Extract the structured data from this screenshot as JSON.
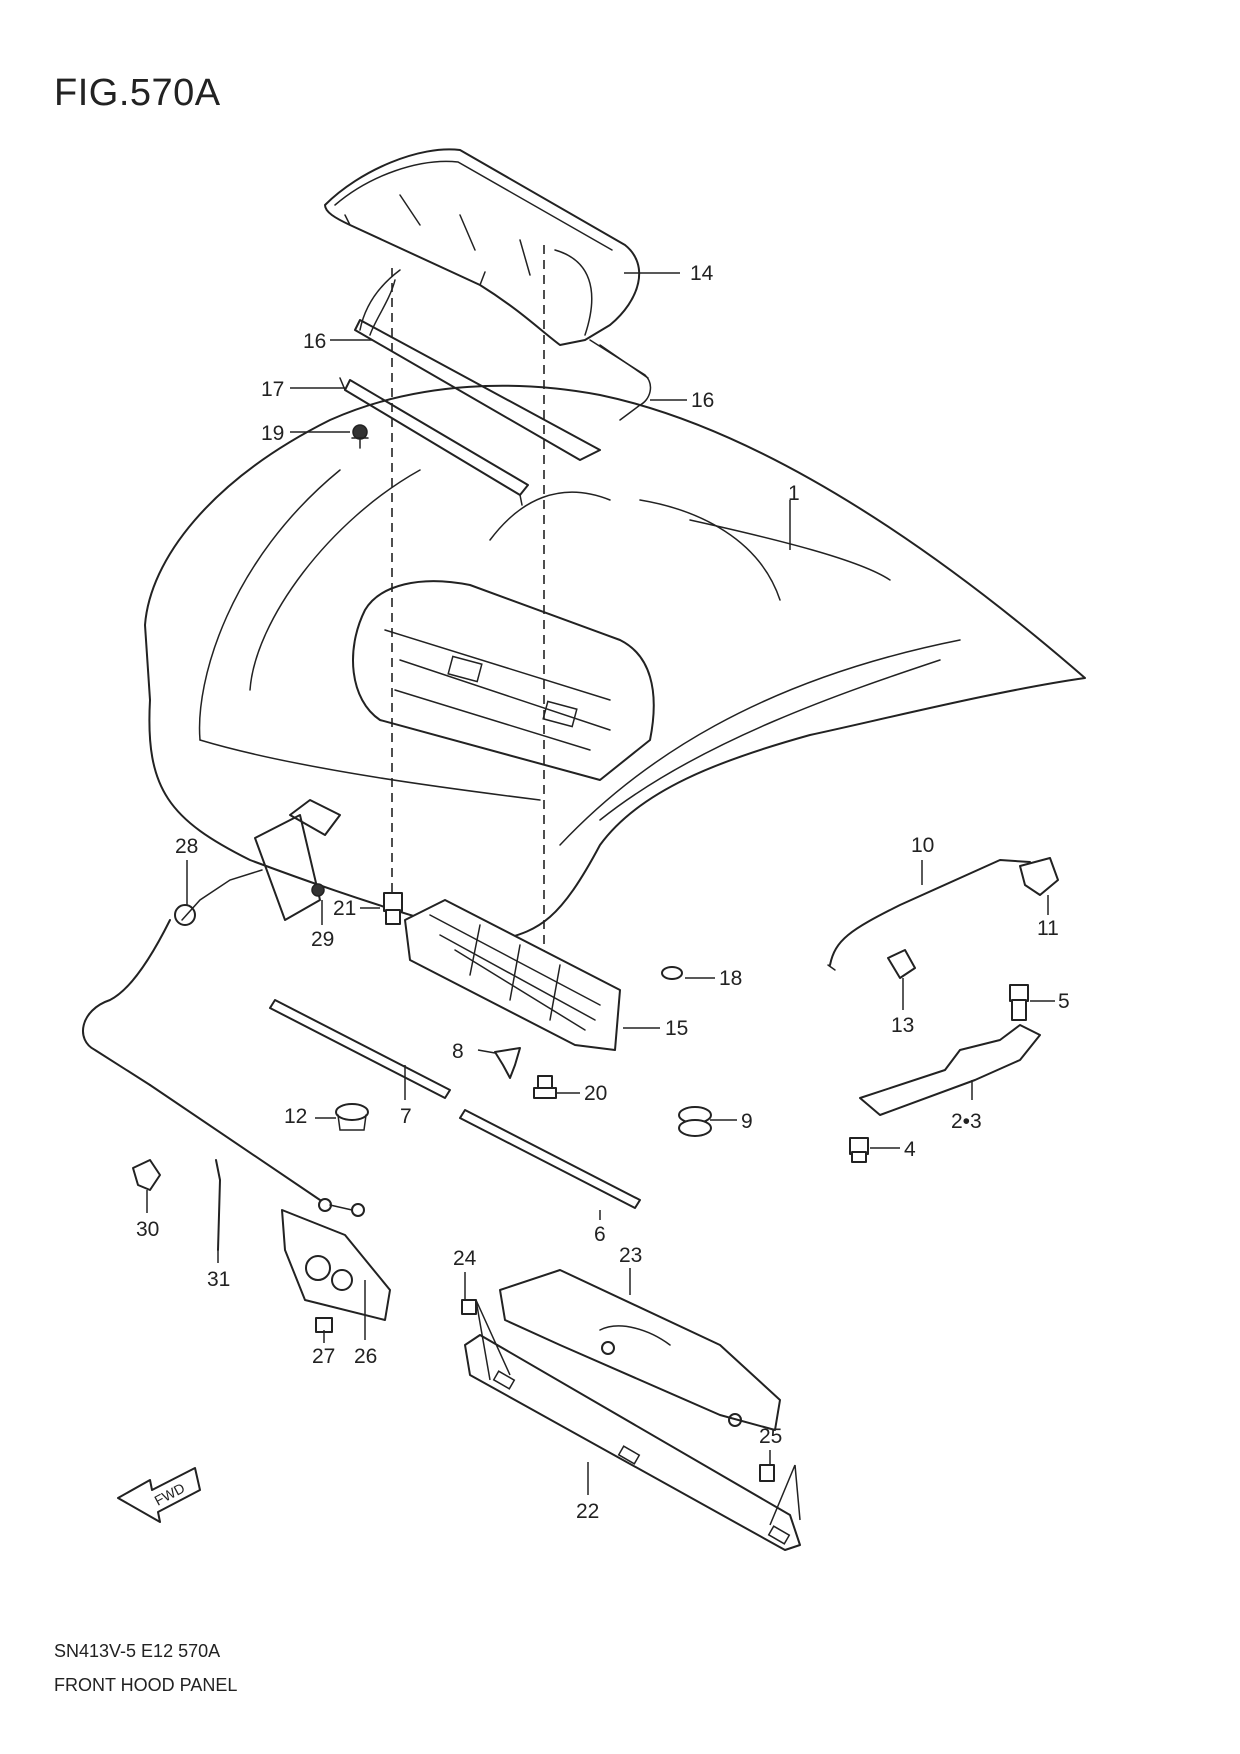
{
  "figure": {
    "title": "FIG.570A"
  },
  "footer": {
    "code": "SN413V-5 E12 570A",
    "caption": "FRONT HOOD PANEL"
  },
  "callouts": {
    "c1": "1",
    "c2_3": "2•3",
    "c4": "4",
    "c5": "5",
    "c6": "6",
    "c7": "7",
    "c8": "8",
    "c9": "9",
    "c10": "10",
    "c11": "11",
    "c12": "12",
    "c13": "13",
    "c14": "14",
    "c15": "15",
    "c16a": "16",
    "c16b": "16",
    "c17": "17",
    "c18": "18",
    "c19": "19",
    "c20": "20",
    "c21": "21",
    "c22": "22",
    "c23": "23",
    "c24": "24",
    "c25": "25",
    "c26": "26",
    "c27": "27",
    "c28": "28",
    "c29": "29",
    "c30": "30",
    "c31": "31"
  },
  "fwd_label": "FWD"
}
